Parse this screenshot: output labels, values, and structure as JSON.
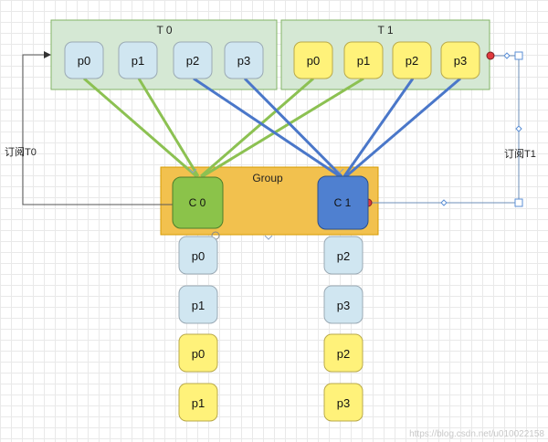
{
  "topics": [
    {
      "label": "T 0",
      "partitions": [
        "p0",
        "p1",
        "p2",
        "p3"
      ]
    },
    {
      "label": "T 1",
      "partitions": [
        "p0",
        "p1",
        "p2",
        "p3"
      ]
    }
  ],
  "group": {
    "label": "Group",
    "consumers": [
      {
        "label": "C 0",
        "assigned": [
          "p0",
          "p1",
          "p0",
          "p1"
        ]
      },
      {
        "label": "C 1",
        "assigned": [
          "p2",
          "p3",
          "p2",
          "p3"
        ]
      }
    ]
  },
  "subscriptions": {
    "left": "订阅T0",
    "right": "订阅T1"
  },
  "watermark": "https://blog.csdn.net/u010022158",
  "colors": {
    "topic_bg": "#d5e8d4",
    "topic_border": "#82b366",
    "blue_part_bg": "#d0e6f1",
    "blue_part_border": "#9aa9b4",
    "yellow_part_bg": "#fff27a",
    "yellow_part_border": "#b9a94a",
    "group_bg": "#f2c14e",
    "group_border": "#d79b00",
    "c0_bg": "#8bc34a",
    "c1_bg": "#4f80d0",
    "edge_green": "#8cc152",
    "edge_blue": "#4a77c9"
  }
}
